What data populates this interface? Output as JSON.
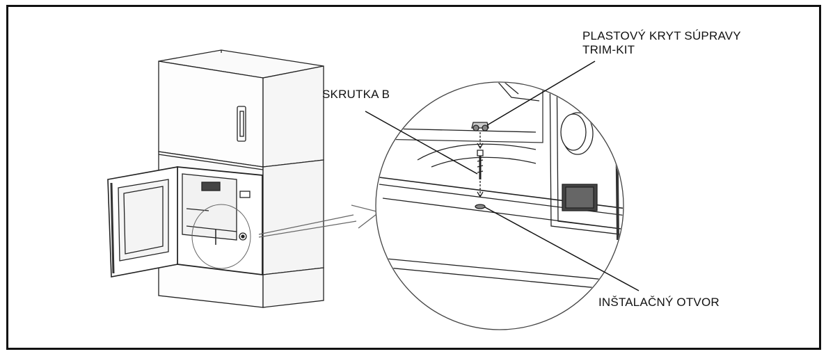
{
  "labels": {
    "trim_cover_line1": "PLASTOVÝ KRYT SÚPRAVY",
    "trim_cover_line2": "TRIM-KIT",
    "screw": "SKRUTKA B",
    "hole": "INŠTALAČNÝ OTVOR"
  }
}
